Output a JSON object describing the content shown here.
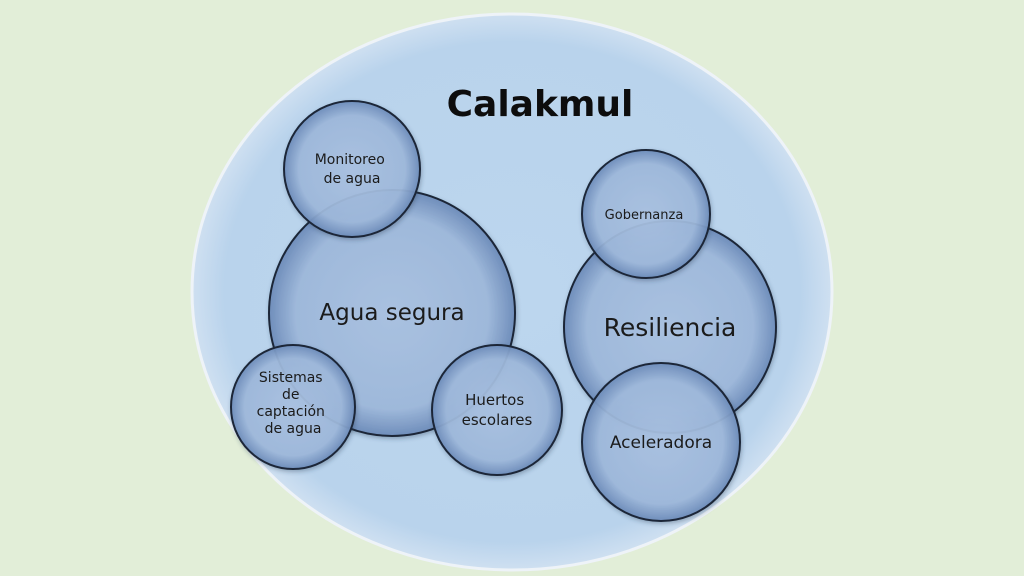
{
  "diagram": {
    "title": "Calakmul",
    "groups": [
      {
        "main": "Agua segura",
        "satellites": [
          [
            "Monitoreo",
            "de agua"
          ],
          [
            "Sistemas",
            "de",
            "captación",
            "de agua"
          ],
          [
            "Huertos",
            "escolares"
          ]
        ]
      },
      {
        "main": "Resiliencia",
        "satellites": [
          [
            "Gobernanza"
          ],
          [
            "Aceleradora"
          ]
        ]
      }
    ]
  },
  "colors": {
    "background": "#e2eed8",
    "outer_fill": "#bcd5ec",
    "outer_edge": "#f4f7fb",
    "circle_fill": "#a6bfe0",
    "circle_stroke": "#1c2838",
    "text": "#1b1b1b"
  }
}
